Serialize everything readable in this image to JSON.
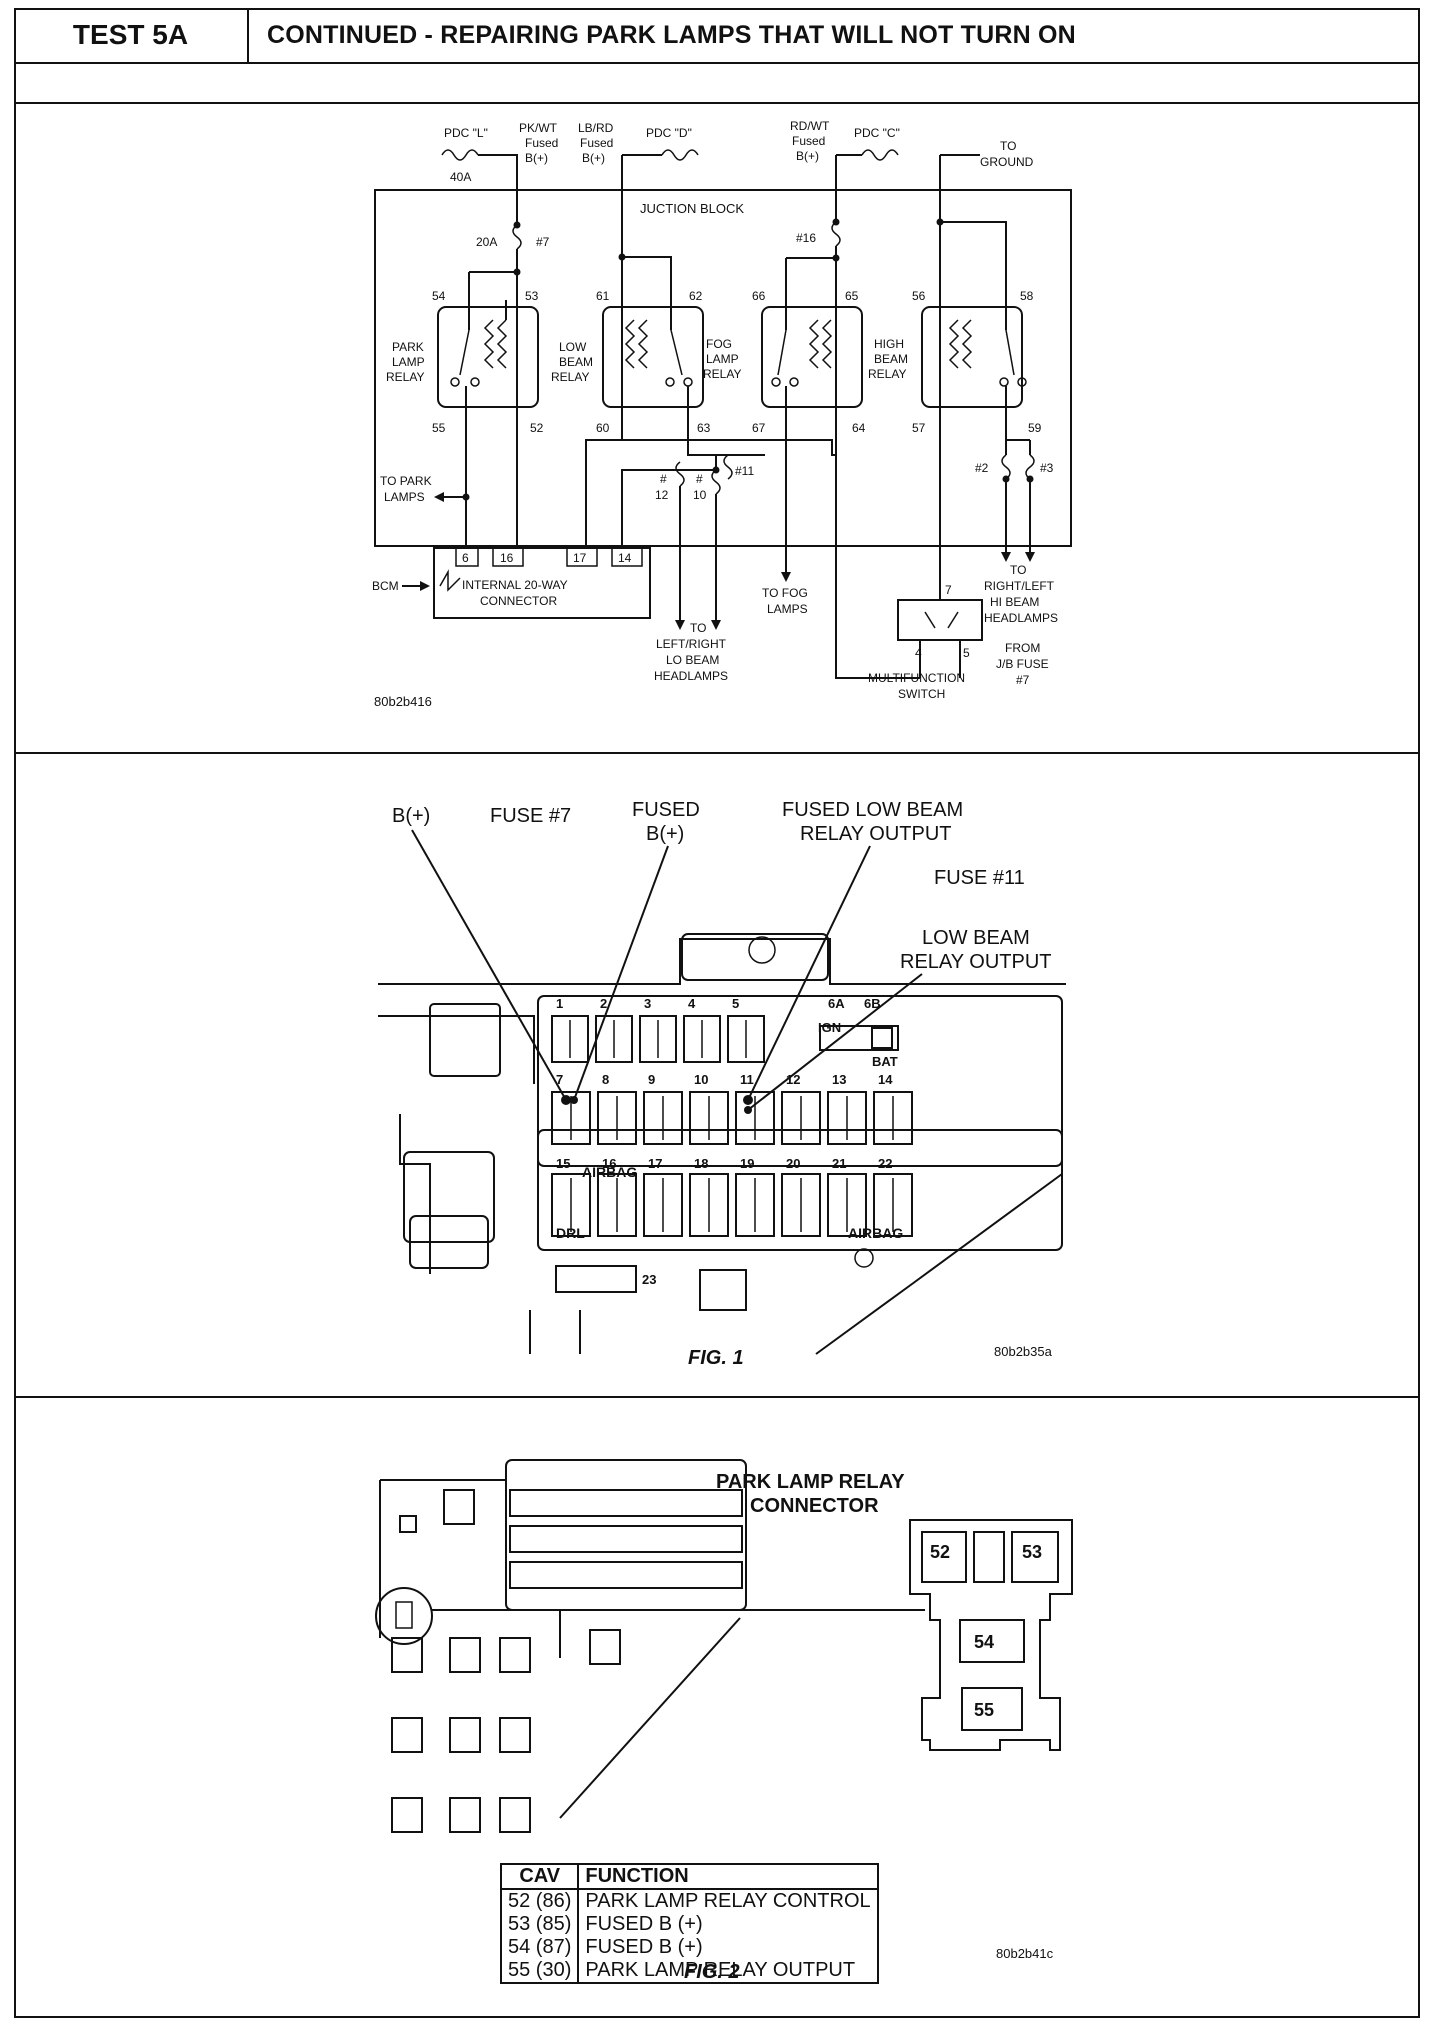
{
  "header": {
    "test_id": "TEST 5A",
    "title": "CONTINUED - REPAIRING PARK LAMPS THAT WILL NOT TURN ON"
  },
  "schematic": {
    "pdc_l": "PDC \"L\"",
    "pdc_l_amp": "40A",
    "pkwt": [
      "PK/WT",
      "Fused",
      "B(+)"
    ],
    "lbrd": [
      "LB/RD",
      "Fused",
      "B(+)"
    ],
    "pdc_d": "PDC \"D\"",
    "rdwt": [
      "RD/WT",
      "Fused",
      "B(+)"
    ],
    "pdc_c": "PDC \"C\"",
    "to_ground": [
      "TO",
      "GROUND"
    ],
    "junction_block": "JUCTION BLOCK",
    "fuse_20a": "20A",
    "fuse_7": "#7",
    "fuse_16": "#16",
    "relays": [
      {
        "name": [
          "PARK",
          "LAMP",
          "RELAY"
        ],
        "pins": [
          "54",
          "53",
          "55",
          "52"
        ]
      },
      {
        "name": [
          "LOW",
          "BEAM",
          "RELAY"
        ],
        "pins": [
          "61",
          "62",
          "60",
          "63"
        ]
      },
      {
        "name": [
          "FOG",
          "LAMP",
          "RELAY"
        ],
        "pins": [
          "66",
          "65",
          "67",
          "64"
        ]
      },
      {
        "name": [
          "HIGH",
          "BEAM",
          "RELAY"
        ],
        "pins": [
          "56",
          "58",
          "57",
          "59"
        ]
      }
    ],
    "to_park_lamps": [
      "TO PARK",
      "LAMPS"
    ],
    "connector_pins": [
      "6",
      "16",
      "17",
      "14"
    ],
    "bcm": "BCM",
    "internal_connector": [
      "INTERNAL 20-WAY",
      "CONNECTOR"
    ],
    "fuse_12": [
      "#",
      "12"
    ],
    "fuse_10": [
      "#",
      "10"
    ],
    "fuse_11": "#11",
    "fuse_2": "#2",
    "fuse_3": "#3",
    "to_lo_beam": [
      "TO",
      "LEFT/RIGHT",
      "LO BEAM",
      "HEADLAMPS"
    ],
    "to_fog": [
      "TO FOG",
      "LAMPS"
    ],
    "to_hi_beam": [
      "TO",
      "RIGHT/LEFT",
      "HI BEAM",
      "HEADLAMPS"
    ],
    "switch_pins": [
      "7",
      "4",
      "5"
    ],
    "multifunction_switch": [
      "MULTIFUNCTION",
      "SWITCH"
    ],
    "from_jb_fuse": [
      "FROM",
      "J/B FUSE",
      "#7"
    ],
    "code": "80b2b416"
  },
  "fig1": {
    "labels": {
      "b_plus": "B(+)",
      "fuse7": "FUSE #7",
      "fused_bplus": [
        "FUSED",
        "B(+)"
      ],
      "fused_low_beam": [
        "FUSED LOW BEAM",
        "RELAY OUTPUT"
      ],
      "fuse11": "FUSE #11",
      "low_beam_out": [
        "LOW BEAM",
        "RELAY OUTPUT"
      ]
    },
    "row1": [
      "1",
      "2",
      "3",
      "4",
      "5",
      "6A",
      "6B"
    ],
    "row1_sub": [
      "IGN",
      "BAT"
    ],
    "row2": [
      "7",
      "8",
      "9",
      "10",
      "11",
      "12",
      "13",
      "14"
    ],
    "row3": [
      "15",
      "16",
      "17",
      "18",
      "19",
      "20",
      "21",
      "22"
    ],
    "airbag1": "AIRBAG",
    "drl": "DRL",
    "airbag2": "AIRBAG",
    "slot23": "23",
    "caption": "FIG. 1",
    "code": "80b2b35a"
  },
  "fig2": {
    "title": [
      "PARK LAMP RELAY",
      "CONNECTOR"
    ],
    "cavities": [
      "52",
      "53",
      "54",
      "55"
    ],
    "table": {
      "headers": [
        "CAV",
        "FUNCTION"
      ],
      "rows": [
        {
          "cav": "52 (86)",
          "func": "PARK LAMP RELAY CONTROL"
        },
        {
          "cav": "53 (85)",
          "func": "FUSED B (+)"
        },
        {
          "cav": "54 (87)",
          "func": "FUSED  B (+)"
        },
        {
          "cav": "55 (30)",
          "func": "PARK LAMP RELAY OUTPUT"
        }
      ]
    },
    "caption": "FIG. 2",
    "code": "80b2b41c"
  }
}
